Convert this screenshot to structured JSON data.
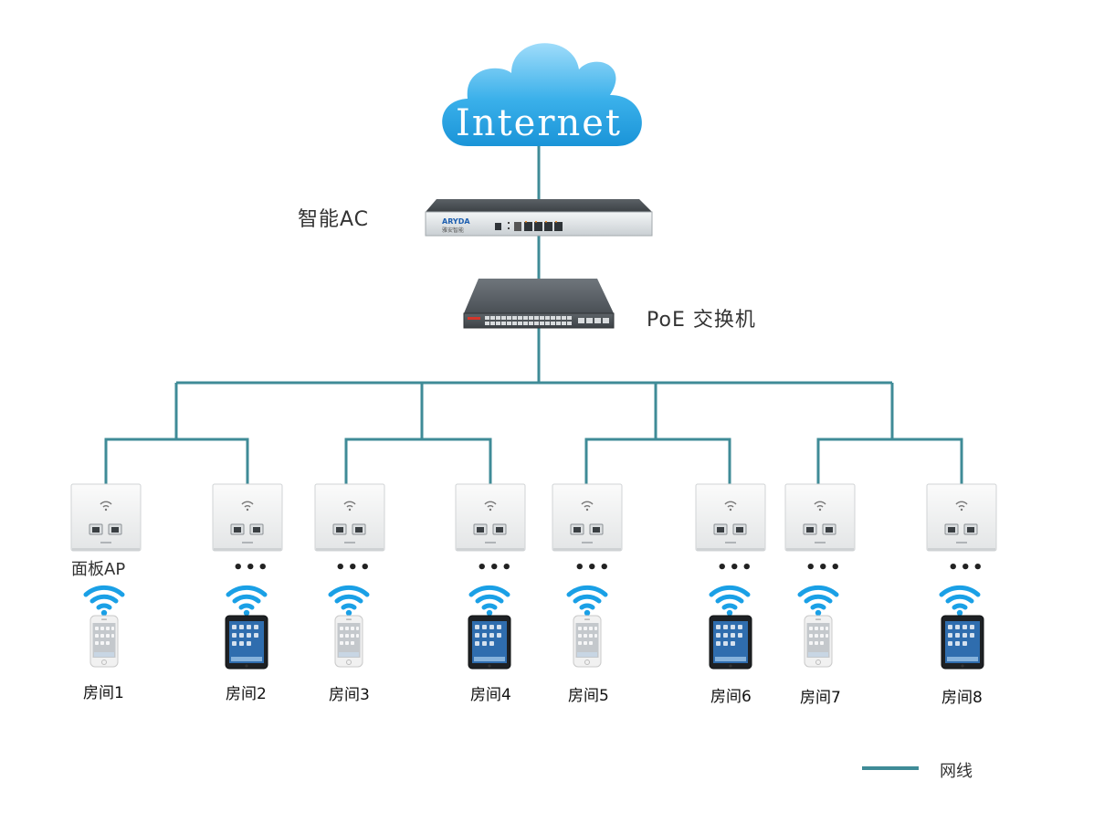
{
  "internet": {
    "label": "Internet"
  },
  "ac": {
    "label": "智能AC",
    "brand": "ARYDA",
    "brand_sub": "雅安智能"
  },
  "poe_switch": {
    "label": "PoE 交换机"
  },
  "ap": {
    "label": "面板AP",
    "ellipsis": "•••"
  },
  "rooms": [
    {
      "label": "房间1",
      "device": "phone"
    },
    {
      "label": "房间2",
      "device": "tablet"
    },
    {
      "label": "房间3",
      "device": "phone"
    },
    {
      "label": "房间4",
      "device": "tablet"
    },
    {
      "label": "房间5",
      "device": "phone"
    },
    {
      "label": "房间6",
      "device": "tablet"
    },
    {
      "label": "房间7",
      "device": "phone"
    },
    {
      "label": "房间8",
      "device": "tablet"
    }
  ],
  "legend": {
    "label": "网线"
  },
  "colors": {
    "cable": "#3f8b97",
    "cloud": "#3aaee8",
    "cloud_light": "#8fd3f5",
    "wifi": "#1aa0e6"
  }
}
